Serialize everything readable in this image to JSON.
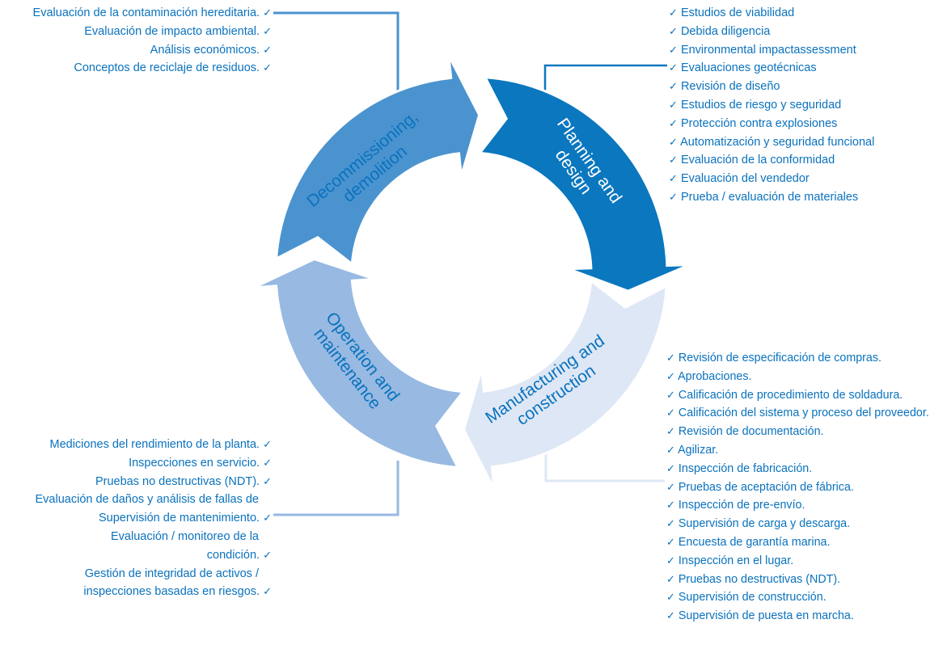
{
  "colors": {
    "text": "#0a72bd",
    "planning": "#0a77bf",
    "manufacturing": "#dee7f5",
    "operation": "#97b9e2",
    "decommissioning": "#4a93cf",
    "connector_top": "#4a93cf",
    "connector_planning": "#0a77bf",
    "connector_manufacturing": "#dee7f5",
    "connector_operation": "#97b9e2"
  },
  "check_icon": "✓",
  "stages": {
    "planning": {
      "line1": "Planning and",
      "line2": "design"
    },
    "manufacturing": {
      "line1": "Manufacturing and",
      "line2": "construction"
    },
    "operation": {
      "line1": "Operation and",
      "line2": "maintenance"
    },
    "decommissioning": {
      "line1": "Decommissioning,",
      "line2": "demolition"
    }
  },
  "lists": {
    "decommissioning": [
      "Evaluación de la contaminación hereditaria.",
      "Evaluación de impacto ambiental.",
      "Análisis económicos.",
      "Conceptos de reciclaje de residuos."
    ],
    "planning": [
      "Estudios de viabilidad",
      "Debida diligencia",
      "Environmental impactassessment",
      "Evaluaciones geotécnicas",
      "Revisión de diseño",
      "Estudios de riesgo y seguridad",
      "Protección contra explosiones",
      "Automatización y seguridad funcional",
      "Evaluación de la conformidad",
      "Evaluación del vendedor",
      "Prueba / evaluación de materiales"
    ],
    "manufacturing": [
      "Revisión de especificación de compras.",
      "Aprobaciones.",
      "Calificación de procedimiento de soldadura.",
      "Calificación del sistema y proceso del proveedor.",
      "Revisión de documentación.",
      "Agilizar.",
      "Inspección de fabricación.",
      "Pruebas de aceptación de fábrica.",
      "Inspección de pre-envío.",
      "Supervisión de carga y descarga.",
      "Encuesta de garantía marina.",
      "Inspección en el lugar.",
      "Pruebas no destructivas (NDT).",
      "Supervisión de construcción.",
      "Supervisión de puesta en marcha."
    ],
    "operation": [
      {
        "text": "Mediciones del rendimiento de la planta.",
        "check": true
      },
      {
        "text": "Inspecciones en servicio.",
        "check": true
      },
      {
        "text": "Pruebas no destructivas (NDT).",
        "check": true
      },
      {
        "text": "Evaluación de daños y análisis de fallas de",
        "check": false
      },
      {
        "text": "Supervisión de mantenimiento.",
        "check": true
      },
      {
        "text": "Evaluación / monitoreo de la",
        "check": false
      },
      {
        "text": "condición.",
        "check": true
      },
      {
        "text": "Gestión de integridad de activos /",
        "check": false
      },
      {
        "text": "inspecciones basadas en riesgos.",
        "check": true
      }
    ]
  }
}
